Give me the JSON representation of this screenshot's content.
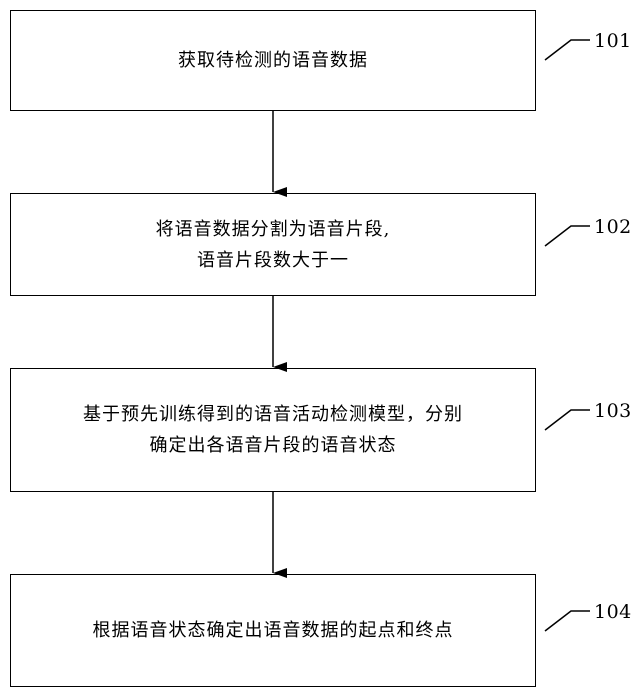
{
  "flowchart": {
    "steps": [
      {
        "label": "101",
        "lines": [
          "获取待检测的语音数据"
        ]
      },
      {
        "label": "102",
        "lines": [
          "将语音数据分割为语音片段,",
          "语音片段数大于一"
        ]
      },
      {
        "label": "103",
        "lines": [
          "基于预先训练得到的语音活动检测模型，分别",
          "确定出各语音片段的语音状态"
        ]
      },
      {
        "label": "104",
        "lines": [
          "根据语音状态确定出语音数据的起点和终点"
        ]
      }
    ]
  }
}
